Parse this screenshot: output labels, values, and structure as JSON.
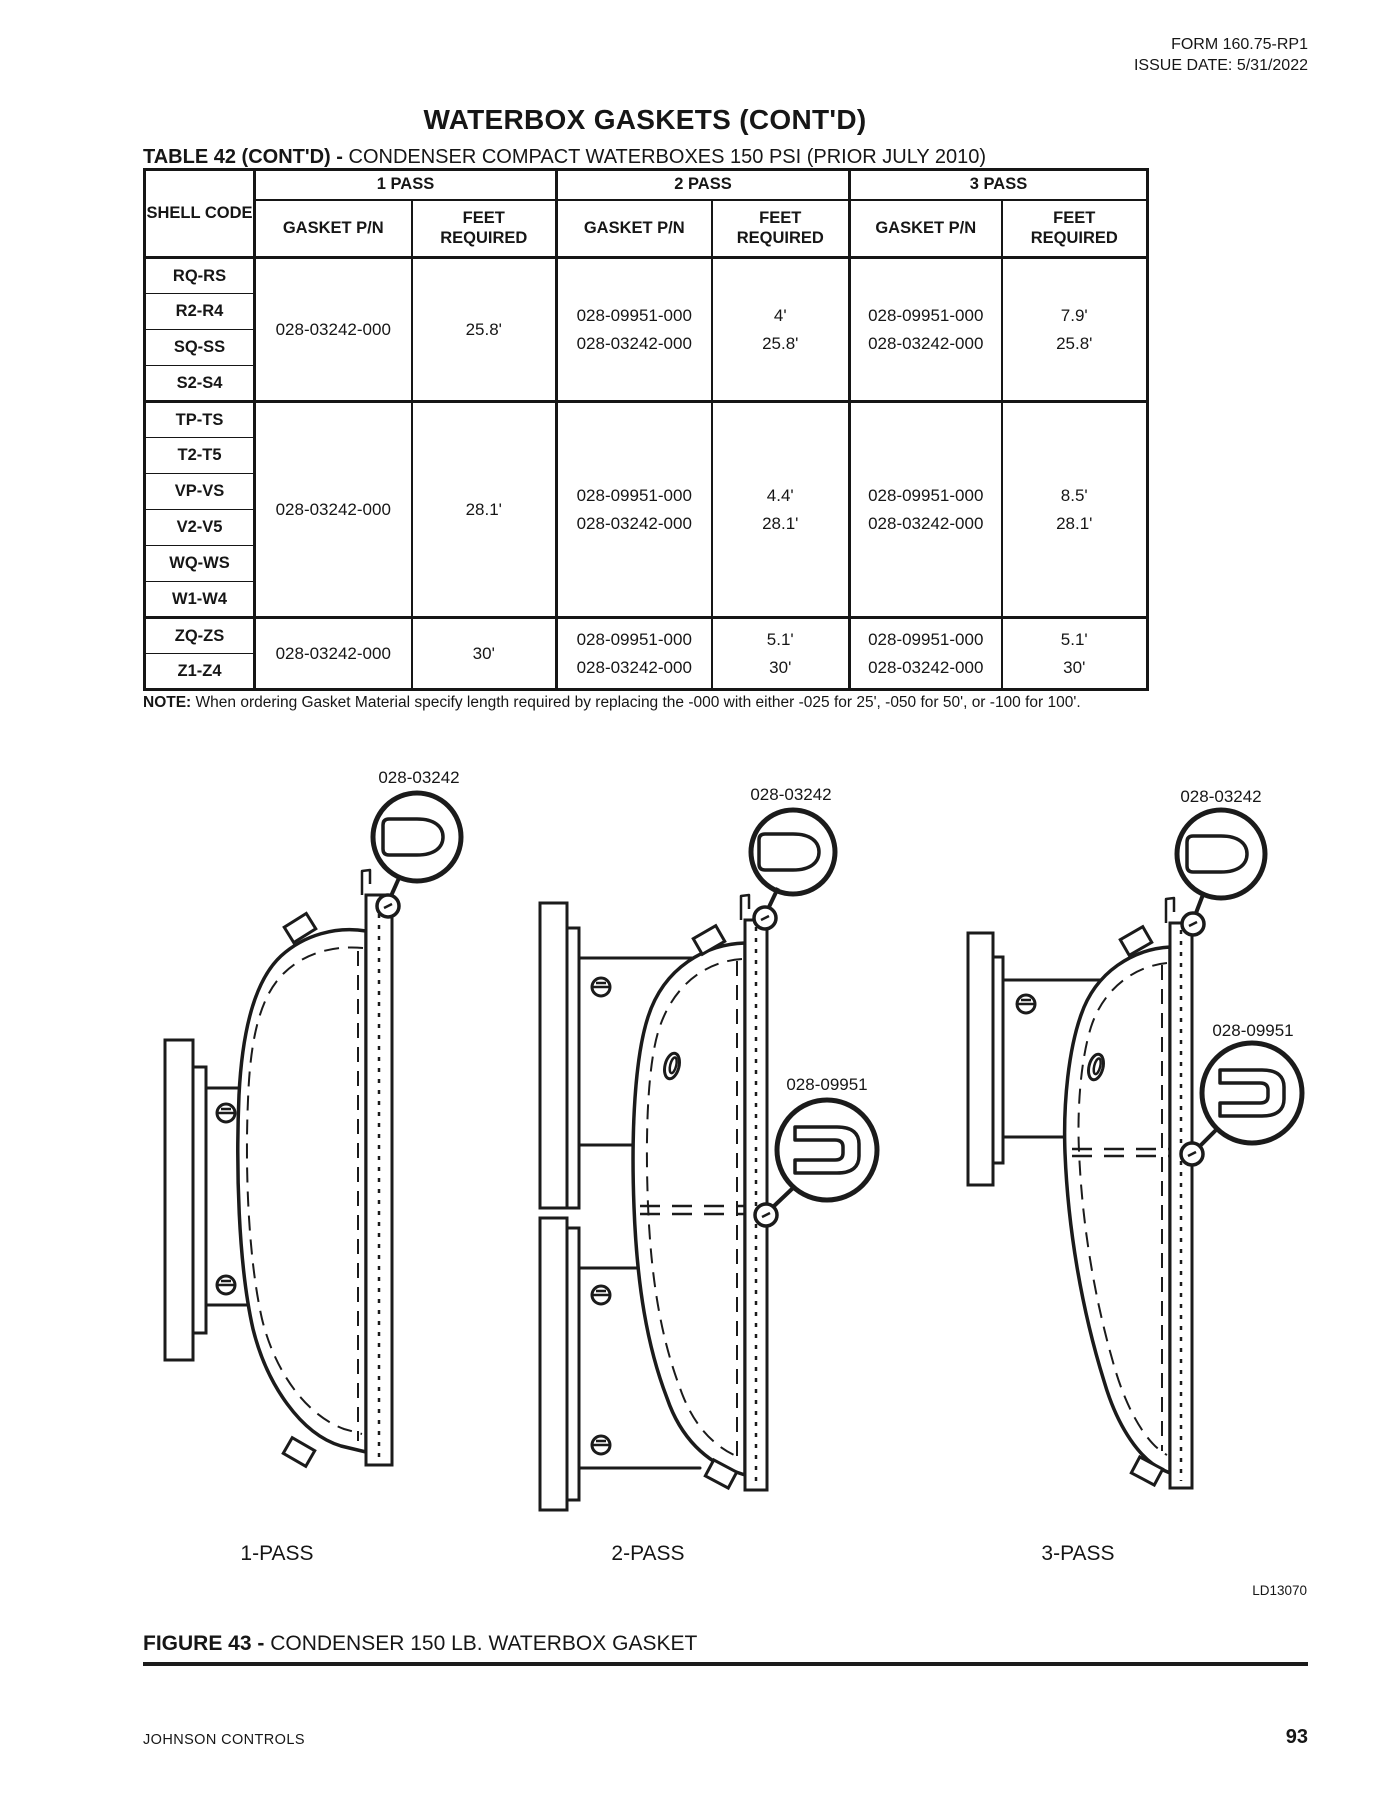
{
  "colors": {
    "ink": "#161616",
    "paper": "#ffffff"
  },
  "header": {
    "form_line": "FORM 160.75-RP1",
    "issue_line": "ISSUE DATE: 5/31/2022"
  },
  "title": "WATERBOX GASKETS (CONT'D)",
  "table": {
    "caption_bold": "TABLE 42 (CONT'D) -",
    "caption_rest": " CONDENSER COMPACT WATERBOXES 150 PSI (PRIOR JULY 2010)",
    "shell_header": "SHELL CODE",
    "pass_headers": [
      "1 PASS",
      "2 PASS",
      "3 PASS"
    ],
    "sub_gasket": "GASKET P/N",
    "sub_feet": "FEET REQUIRED",
    "groups": [
      {
        "shell_codes": [
          "RQ-RS",
          "R2-R4",
          "SQ-SS",
          "S2-S4"
        ],
        "pass1": {
          "pn": [
            "028-03242-000"
          ],
          "feet": [
            "25.8'"
          ]
        },
        "pass2": {
          "pn": [
            "028-09951-000",
            "028-03242-000"
          ],
          "feet": [
            "4'",
            "25.8'"
          ]
        },
        "pass3": {
          "pn": [
            "028-09951-000",
            "028-03242-000"
          ],
          "feet": [
            "7.9'",
            "25.8'"
          ]
        }
      },
      {
        "shell_codes": [
          "TP-TS",
          "T2-T5",
          "VP-VS",
          "V2-V5",
          "WQ-WS",
          "W1-W4"
        ],
        "pass1": {
          "pn": [
            "028-03242-000"
          ],
          "feet": [
            "28.1'"
          ]
        },
        "pass2": {
          "pn": [
            "028-09951-000",
            "028-03242-000"
          ],
          "feet": [
            "4.4'",
            "28.1'"
          ]
        },
        "pass3": {
          "pn": [
            "028-09951-000",
            "028-03242-000"
          ],
          "feet": [
            "8.5'",
            "28.1'"
          ]
        }
      },
      {
        "shell_codes": [
          "ZQ-ZS",
          "Z1-Z4"
        ],
        "pass1": {
          "pn": [
            "028-03242-000"
          ],
          "feet": [
            "30'"
          ]
        },
        "pass2": {
          "pn": [
            "028-09951-000",
            "028-03242-000"
          ],
          "feet": [
            "5.1'",
            "30'"
          ]
        },
        "pass3": {
          "pn": [
            "028-09951-000",
            "028-03242-000"
          ],
          "feet": [
            "5.1'",
            "30'"
          ]
        }
      }
    ]
  },
  "note": {
    "label": "NOTE:",
    "text": " When ordering Gasket Material specify length required by replacing the -000 with either -025 for 25', -050 for 50', or -100 for 100'."
  },
  "figure": {
    "callout_03242": "028-03242",
    "callout_09951": "028-09951",
    "pass_labels": [
      "1-PASS",
      "2-PASS",
      "3-PASS"
    ],
    "drawing_id": "LD13070",
    "caption_bold": "FIGURE 43 -",
    "caption_rest": " CONDENSER 150 LB. WATERBOX GASKET"
  },
  "footer": {
    "company": "JOHNSON CONTROLS",
    "page_number": "93"
  }
}
